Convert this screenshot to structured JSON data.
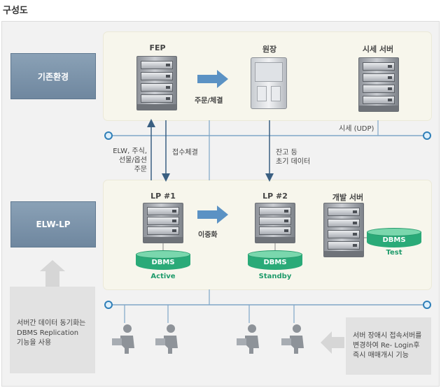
{
  "heading": "구성도",
  "sections": {
    "existing": "기존환경",
    "elw_lp": "ELW-LP"
  },
  "top_nodes": {
    "fep": "FEP",
    "exchange": "원장",
    "quote_server": "시세 서버"
  },
  "bottom_nodes": {
    "lp1": "LP #1",
    "lp2": "LP #2",
    "dev_server": "개발 서버"
  },
  "flows": {
    "order_exec": "주문/체결",
    "quote_udp": "시세 (UDP)",
    "elw_orders": [
      "ELW, 주식,",
      "선물/옵션",
      "주문"
    ],
    "receive_exec": "접수체결",
    "balance_data": [
      "잔고 등",
      "초기 데이터"
    ],
    "duplex": "이중화"
  },
  "databases": {
    "label": "DBMS",
    "active": "Active",
    "standby": "Standby",
    "test": "Test"
  },
  "notes": {
    "left": [
      "서버간 데이터 동기화는",
      "DBMS Replication",
      "기능을 사용"
    ],
    "right": [
      "서버 장애시 접속서버를",
      "변경하여 Re- Login후",
      "즉시 매매개시 기능"
    ]
  },
  "colors": {
    "side_label": "#7d95ab",
    "db_green": "#2aaa78",
    "line_blue": "#7fa6c8",
    "arrow_blue": "#5b92c4"
  }
}
